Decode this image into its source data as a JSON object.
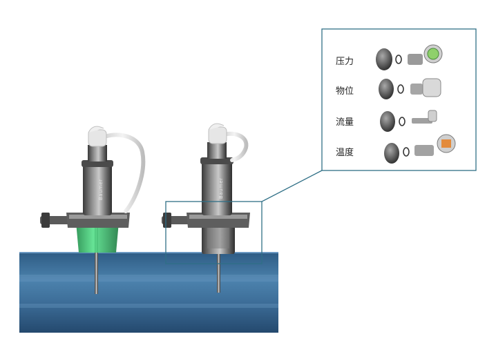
{
  "inset": {
    "rows": [
      {
        "label": "压力",
        "icon": "pressure-sensor-icon"
      },
      {
        "label": "物位",
        "icon": "level-sensor-icon"
      },
      {
        "label": "流量",
        "icon": "flow-sensor-icon"
      },
      {
        "label": "温度",
        "icon": "temperature-sensor-icon"
      }
    ]
  },
  "sensors": {
    "brand": "Baumer"
  },
  "colors": {
    "frame": "#2f6f86",
    "pipe": "#3d6d96",
    "seal_highlight": "#39c46a"
  }
}
